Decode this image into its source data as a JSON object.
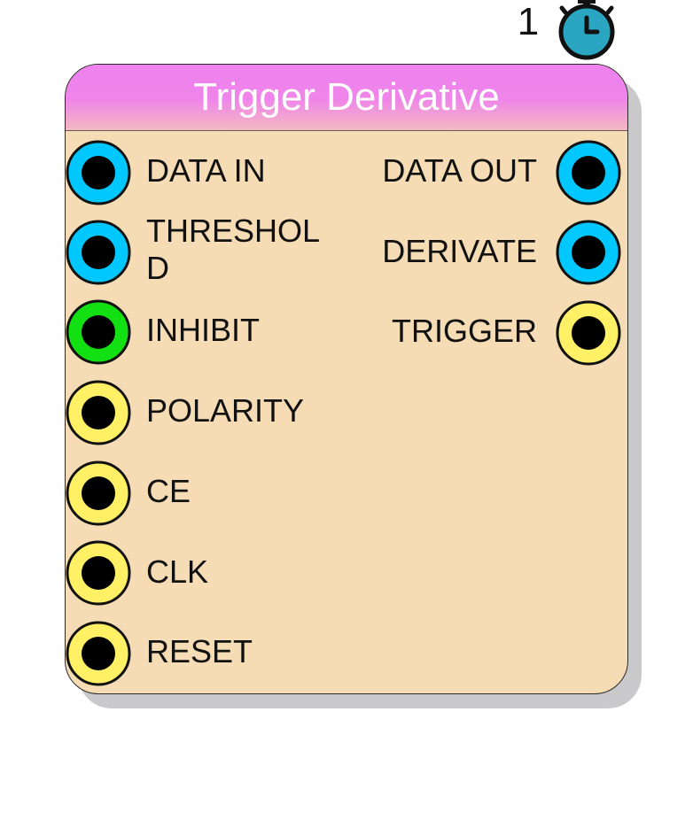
{
  "clock": {
    "count": "1",
    "icon": "stopwatch-icon",
    "color": "#2aa6c2"
  },
  "block": {
    "title": "Trigger Derivative",
    "header_color": "#ef82ef",
    "body_color": "#f5dcb4"
  },
  "inputs": [
    {
      "label": "DATA IN",
      "color": "#00c8ff"
    },
    {
      "label": "THRESHOLD",
      "color": "#00c8ff"
    },
    {
      "label": "INHIBIT",
      "color": "#12e012"
    },
    {
      "label": "POLARITY",
      "color": "#fff066"
    },
    {
      "label": "CE",
      "color": "#fff066"
    },
    {
      "label": "CLK",
      "color": "#fff066"
    },
    {
      "label": "RESET",
      "color": "#fff066"
    }
  ],
  "outputs": [
    {
      "label": "DATA OUT",
      "color": "#00c8ff"
    },
    {
      "label": "DERIVATE",
      "color": "#00c8ff"
    },
    {
      "label": "TRIGGER",
      "color": "#fff066"
    }
  ]
}
